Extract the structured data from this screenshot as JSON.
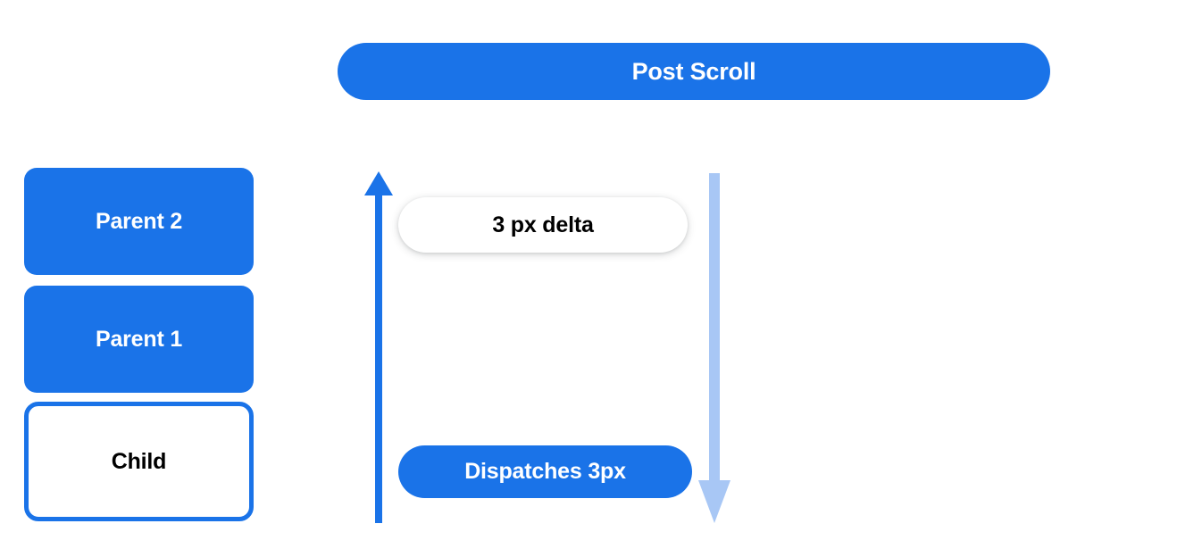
{
  "header": {
    "title": "Post Scroll",
    "bg_color": "#1a73e8",
    "text_color": "#ffffff"
  },
  "stack": {
    "boxes": [
      {
        "label": "Parent 2",
        "fill": "#1a73e8",
        "text_color": "#ffffff",
        "style": "filled"
      },
      {
        "label": "Parent 1",
        "fill": "#1a73e8",
        "text_color": "#ffffff",
        "style": "filled"
      },
      {
        "label": "Child",
        "fill": "#ffffff",
        "text_color": "#000000",
        "border_color": "#1a73e8",
        "style": "outlined"
      }
    ]
  },
  "flow": {
    "up_arrow": {
      "icon": "arrow-up-icon",
      "color": "#1a73e8",
      "direction": "up"
    },
    "down_arrow": {
      "icon": "arrow-down-icon",
      "color": "#a8c7f5",
      "direction": "down"
    },
    "delta_pill": {
      "label": "3 px delta",
      "fill": "#ffffff",
      "text_color": "#000000"
    },
    "dispatch_pill": {
      "label": "Dispatches 3px",
      "fill": "#1a73e8",
      "text_color": "#ffffff"
    }
  }
}
